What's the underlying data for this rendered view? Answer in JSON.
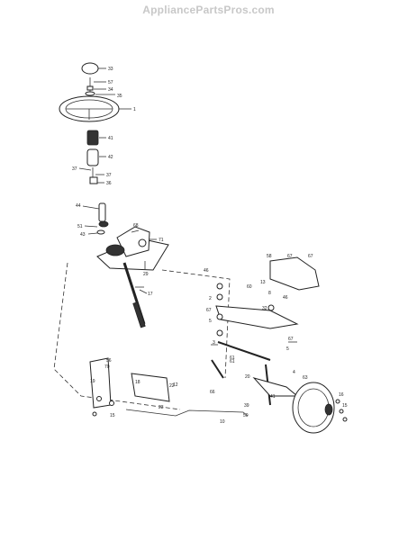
{
  "watermark": "AppliancePartsPros.com",
  "callouts": [
    {
      "text": "33"
    },
    {
      "text": "57"
    },
    {
      "text": "34"
    },
    {
      "text": "35"
    },
    {
      "text": "1"
    },
    {
      "text": "41"
    },
    {
      "text": "42"
    },
    {
      "text": "37"
    },
    {
      "text": "37"
    },
    {
      "text": "36"
    },
    {
      "text": "44"
    },
    {
      "text": "51"
    },
    {
      "text": "43"
    },
    {
      "text": "68"
    },
    {
      "text": "71"
    },
    {
      "text": "29"
    },
    {
      "text": "17"
    },
    {
      "text": "58"
    },
    {
      "text": "67"
    },
    {
      "text": "67"
    },
    {
      "text": "46"
    },
    {
      "text": "60"
    },
    {
      "text": "13"
    },
    {
      "text": "8"
    },
    {
      "text": "46"
    },
    {
      "text": "2"
    },
    {
      "text": "67"
    },
    {
      "text": "5"
    },
    {
      "text": "32"
    },
    {
      "text": "67"
    },
    {
      "text": "5"
    },
    {
      "text": "3"
    },
    {
      "text": "61"
    },
    {
      "text": "20"
    },
    {
      "text": "4"
    },
    {
      "text": "16"
    },
    {
      "text": "63"
    },
    {
      "text": "15"
    },
    {
      "text": "56"
    },
    {
      "text": "70"
    },
    {
      "text": "22"
    },
    {
      "text": "19"
    },
    {
      "text": "18"
    },
    {
      "text": "66"
    },
    {
      "text": "39"
    },
    {
      "text": "50"
    },
    {
      "text": "10"
    },
    {
      "text": "23"
    },
    {
      "text": "12"
    },
    {
      "text": "41"
    },
    {
      "text": "61"
    },
    {
      "text": "15"
    }
  ]
}
